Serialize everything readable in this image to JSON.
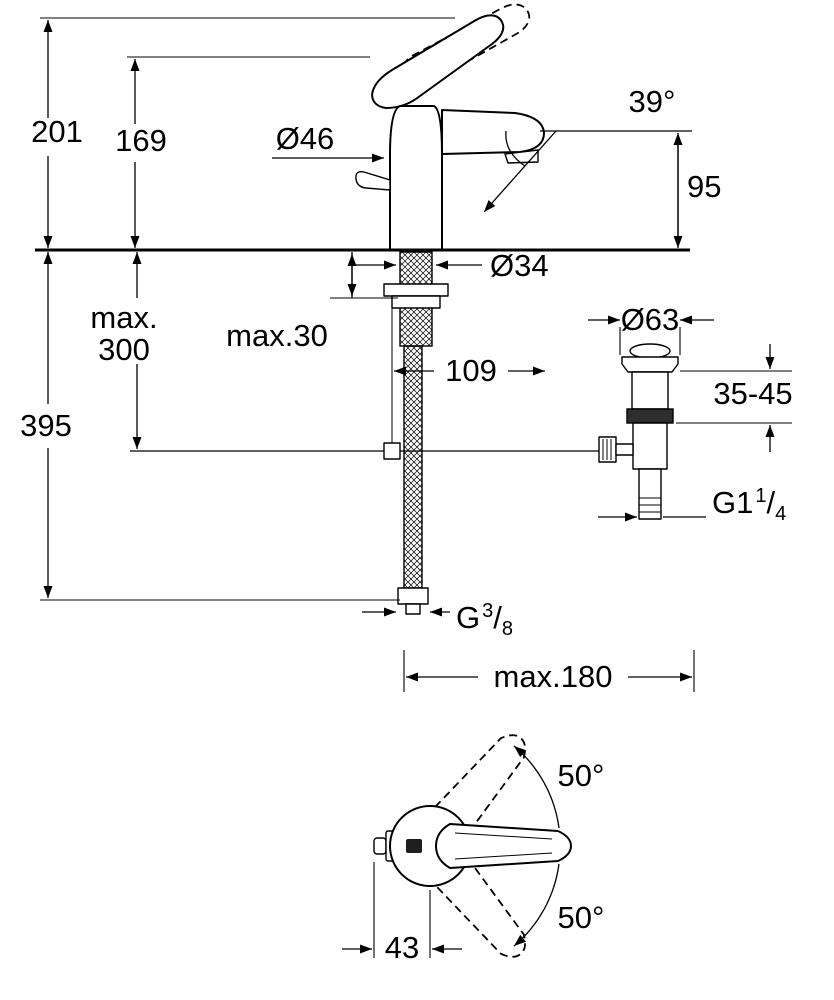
{
  "colors": {
    "line": "#000000",
    "background": "#ffffff"
  },
  "side_view": {
    "dim_201": "201",
    "dim_169": "169",
    "dim_diameter_46": "Ø46",
    "dim_angle_39": "39°",
    "dim_95": "95",
    "dim_max_300_line1": "max.",
    "dim_max_300_line2": "300",
    "dim_max_30": "max.30",
    "dim_diameter_34": "Ø34",
    "dim_109": "109",
    "dim_diameter_63": "Ø63",
    "dim_35_45": "35-45",
    "dim_395": "395",
    "thread_g1_14": {
      "prefix": "G1",
      "sup": "1",
      "slash": "/",
      "sub": "4"
    },
    "thread_g3_8": {
      "prefix": "G",
      "sup": "3",
      "slash": "/",
      "sub": "8"
    },
    "dim_max_180": "max.180"
  },
  "top_view": {
    "dim_angle_50_upper": "50°",
    "dim_angle_50_lower": "50°",
    "dim_43": "43"
  }
}
